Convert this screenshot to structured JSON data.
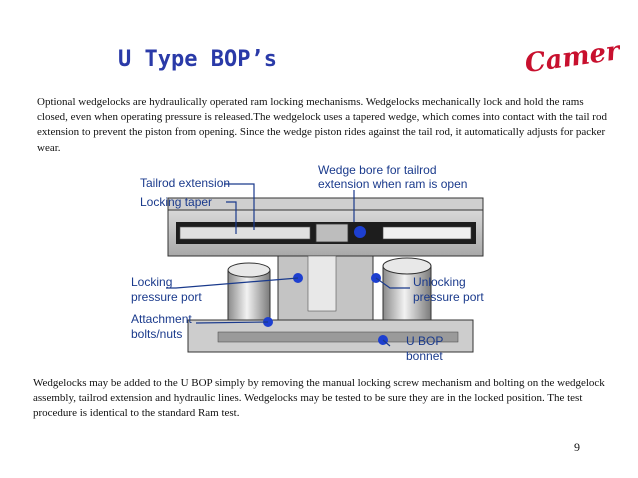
{
  "slide": {
    "title": "U Type BOP’s",
    "logo_text": "Cameron",
    "paragraph1": "Optional wedgelocks are hydraulically operated ram locking mechanisms. Wedgelocks mechanically lock and hold the rams closed, even when operating pressure is released.The wedgelock uses a tapered wedge, which comes into contact with the tail rod extension to prevent the piston from opening. Since the wedge piston rides against the tail rod, it automatically adjusts for packer wear.",
    "paragraph2": "Wedgelocks may be added to the U BOP simply by  removing the manual locking  screw mechanism and bolting on the wedgelock assembly, tailrod extension and hydraulic lines. Wedgelocks may be tested to be sure they are in the locked position. The test procedure is  identical to the standard Ram test.",
    "page_number": "9"
  },
  "diagram": {
    "labels": {
      "tailrod": "Tailrod extension",
      "taper": "Locking taper",
      "wedge1": "Wedge bore for tailrod",
      "wedge2": "extension when ram is open",
      "lock1": "Locking",
      "lock2": "pressure port",
      "unlock1": "Unlocking",
      "unlock2": "pressure port",
      "attach1": "Attachment",
      "attach2": "bolts/nuts",
      "ubop1": "U BOP",
      "ubop2": "bonnet"
    },
    "colors": {
      "label": "#1a3a8c",
      "title": "#2a3aa8",
      "logo": "#c8102e",
      "port": "#1d3fd0"
    }
  }
}
